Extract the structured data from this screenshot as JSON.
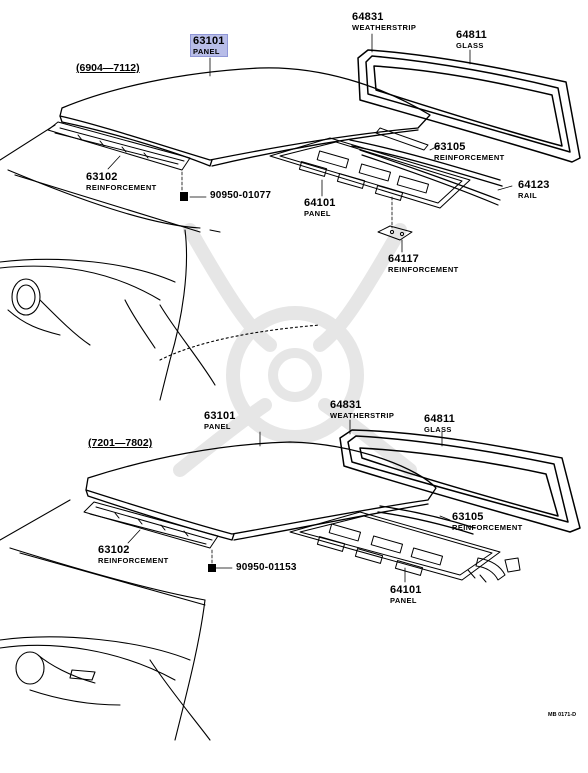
{
  "sections": [
    {
      "years": "(6904—7112)",
      "parts": {
        "p63101": {
          "number": "63101",
          "name": "PANEL"
        },
        "p64831": {
          "number": "64831",
          "name": "WEATHERSTRIP"
        },
        "p64811": {
          "number": "64811",
          "name": "GLASS"
        },
        "p63105": {
          "number": "63105",
          "name": "REINFORCEMENT"
        },
        "p64123": {
          "number": "64123",
          "name": "RAIL"
        },
        "p63102": {
          "number": "63102",
          "name": "REINFORCEMENT"
        },
        "p90950": {
          "number": "90950-01077"
        },
        "p64101": {
          "number": "64101",
          "name": "PANEL"
        },
        "p64117": {
          "number": "64117",
          "name": "REINFORCEMENT"
        }
      }
    },
    {
      "years": "(7201—7802)",
      "parts": {
        "p63101": {
          "number": "63101",
          "name": "PANEL"
        },
        "p64831": {
          "number": "64831",
          "name": "WEATHERSTRIP"
        },
        "p64811": {
          "number": "64811",
          "name": "GLASS"
        },
        "p63105": {
          "number": "63105",
          "name": "REINFORCEMENT"
        },
        "p63102": {
          "number": "63102",
          "name": "REINFORCEMENT"
        },
        "p90950": {
          "number": "90950-01153"
        },
        "p64101": {
          "number": "64101",
          "name": "PANEL"
        }
      }
    }
  ],
  "diagram_code": "MB 0171-D",
  "highlight_color": "#b8bde8"
}
